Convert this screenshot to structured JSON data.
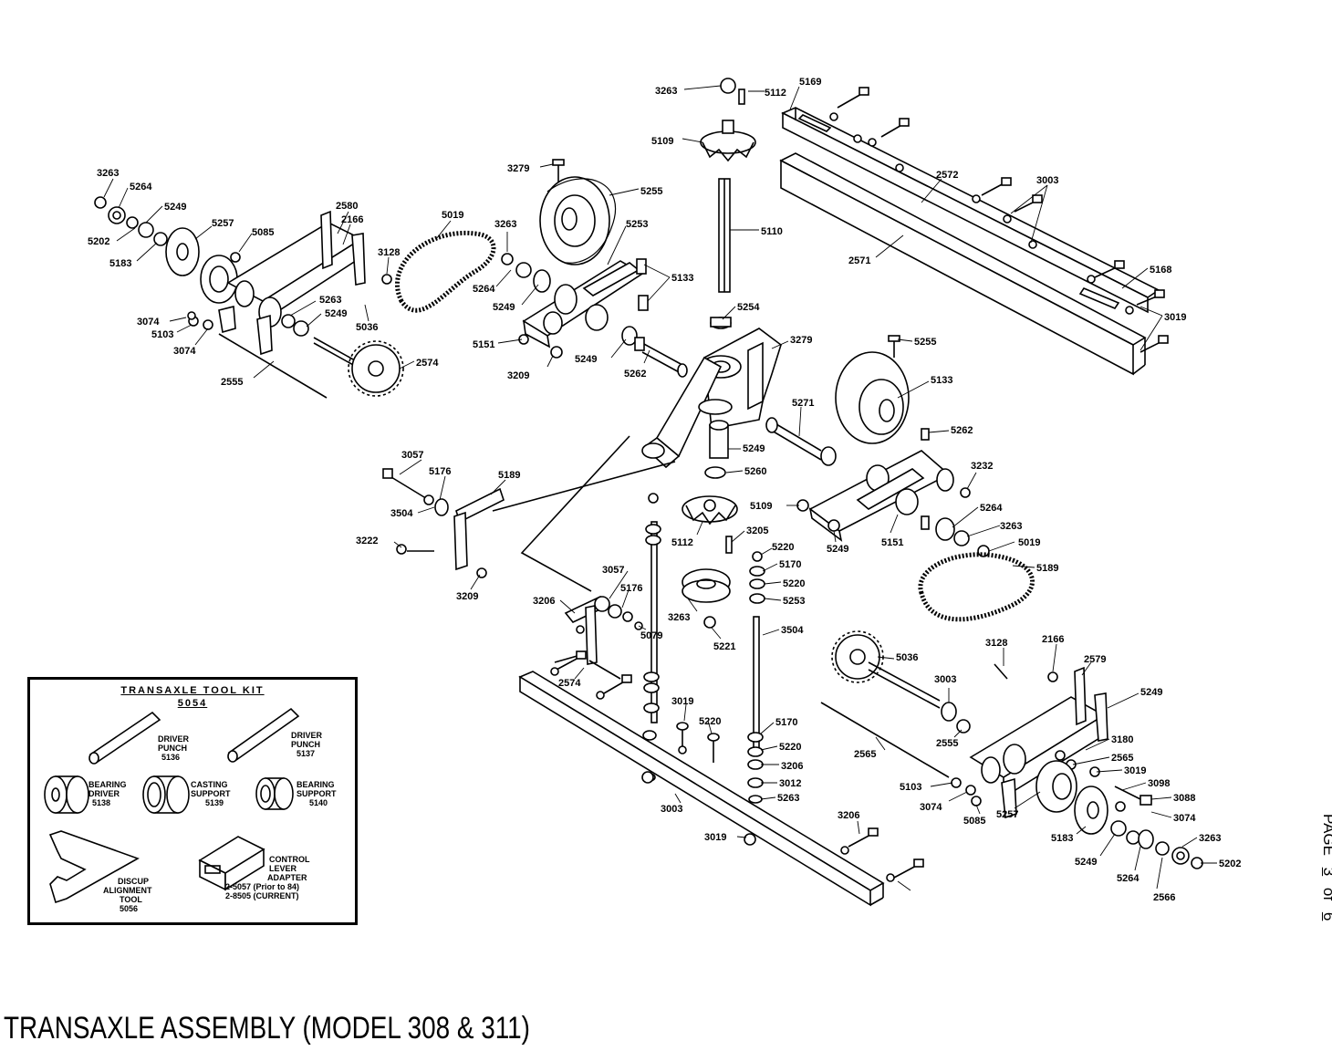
{
  "caption": "TRANSAXLE ASSEMBLY (MODEL 308 & 311)",
  "page": {
    "word": "PAGE",
    "current": "3",
    "of": "of",
    "total": "6"
  },
  "toolkit": {
    "title": "TRANSAXLE TOOL KIT",
    "number": "5054",
    "tools": [
      {
        "name": "DRIVER PUNCH",
        "lines": [
          "DRIVER",
          "PUNCH",
          "5136"
        ]
      },
      {
        "name": "DRIVER PUNCH",
        "lines": [
          "DRIVER",
          "PUNCH",
          "5137"
        ]
      },
      {
        "name": "BEARING DRIVER",
        "lines": [
          "BEARING",
          "DRIVER",
          "5138"
        ]
      },
      {
        "name": "CASTING SUPPORT",
        "lines": [
          "CASTING",
          "SUPPORT",
          "5139"
        ]
      },
      {
        "name": "BEARING SUPPORT",
        "lines": [
          "BEARING",
          "SUPPORT",
          "5140"
        ]
      },
      {
        "name": "DISCUP ALIGNMENT TOOL",
        "lines": [
          "DISCUP",
          "ALIGNMENT",
          "TOOL",
          "5056"
        ]
      },
      {
        "name": "CONTROL LEVER ADAPTER",
        "lines": [
          "CONTROL",
          "LEVER",
          "ADAPTER",
          "2-5057 (Prior to 84)",
          "2-8505 (CURRENT)"
        ]
      }
    ]
  },
  "callouts": [
    "3263",
    "5112",
    "5169",
    "5109",
    "3279",
    "5255",
    "5110",
    "2572",
    "3003",
    "2571",
    "5168",
    "3019",
    "3263",
    "5264",
    "5249",
    "5202",
    "5183",
    "5257",
    "5085",
    "2580",
    "2166",
    "3128",
    "5019",
    "3263",
    "5253",
    "5264",
    "5249",
    "5133",
    "5263",
    "5249",
    "3074",
    "5103",
    "3074",
    "5036",
    "2555",
    "2574",
    "5151",
    "3209",
    "5249",
    "5262",
    "5254",
    "3279",
    "5255",
    "5133",
    "5262",
    "5271",
    "5249",
    "5260",
    "3232",
    "3057",
    "5176",
    "5189",
    "3504",
    "3222",
    "3209",
    "5109",
    "5112",
    "3205",
    "5220",
    "5170",
    "5220",
    "5253",
    "5151",
    "5249",
    "5264",
    "3263",
    "5019",
    "5189",
    "3057",
    "5176",
    "3206",
    "5079",
    "3263",
    "5221",
    "3504",
    "2574",
    "5036",
    "3128",
    "2166",
    "2579",
    "5249",
    "3003",
    "3019",
    "5220",
    "5170",
    "5220",
    "3206",
    "3012",
    "5263",
    "2555",
    "2565",
    "3180",
    "2565",
    "3019",
    "3098",
    "3088",
    "3074",
    "5103",
    "3074",
    "5085",
    "5257",
    "5183",
    "5249",
    "5264",
    "3263",
    "5202",
    "2566",
    "3003",
    "3206",
    "3019"
  ]
}
